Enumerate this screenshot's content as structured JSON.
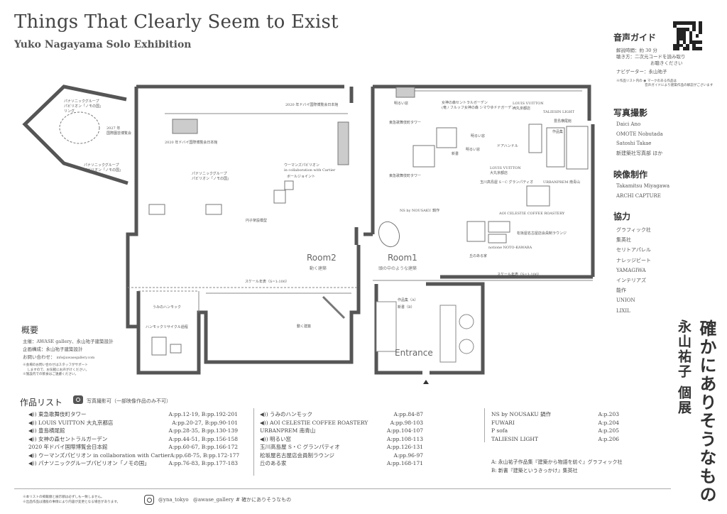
{
  "header": {
    "title": "Things That Clearly Seem to Exist",
    "subtitle": "Yuko Nagayama Solo Exhibition"
  },
  "audio_guide": {
    "heading": "音声ガイド",
    "lines": [
      "解説時間：約 30 分",
      "聴き方：二次元コードを読み取り",
      "お聴きください",
      "ナビゲーター：永山祐子"
    ],
    "note": [
      "※作品リスト内の",
      "マークのある作品は",
      "音声ガイドにより建築作品の解説がございます"
    ]
  },
  "photo": {
    "heading": "写真撮影",
    "names": [
      "Daici Ano",
      "OMOTE Nobutada",
      "Satoshi Takae",
      "新建築社写真部 ほか"
    ]
  },
  "video": {
    "heading": "映像制作",
    "names": [
      "Takamitsu Miyagawa",
      "ARCHI CAPTURE"
    ]
  },
  "cooperation": {
    "heading": "協力",
    "names": [
      "グラフィック社",
      "集英社",
      "セリトアパレル",
      "ナレッジビート",
      "YAMAGIWA",
      "インテリアズ",
      "能作",
      "UNION",
      "LIXIL"
    ]
  },
  "vertical_title": {
    "right": "確かにありそうなもの",
    "left": "永山祐子 個展"
  },
  "overview": {
    "heading": "概要",
    "lines": [
      "主催：AWASE gallery、永山祐子建築設計",
      "企画構成：永山祐子建築設計",
      "お問い合わせ："
    ],
    "email": "info@awasegallery.com",
    "notes": [
      "※会場のお問い合わせはスタッフがサポート",
      "しますので、お気軽にお声がけください。",
      "※施設内での飲食はご遠慮ください。"
    ]
  },
  "map": {
    "rooms": {
      "room2": {
        "name": "Room2",
        "sub": "動く建築"
      },
      "room1": {
        "name": "Room1",
        "sub": "頭の中のような建築"
      },
      "entrance": {
        "name": "Entrance"
      }
    },
    "scale_left": "スケール年表（S=1:100）",
    "scale_right": "スケール年表（S=1:100）",
    "labels": {
      "pav_left_1": "パナソニックグループ\nパビリオン「ノモの国」\nリング",
      "expo_2027": "2027 年\n国際園芸博覧会",
      "pav_left_2": "パナソニックグループ\nパビリオン「ノモの国」",
      "dubai_top": "2020 年ドバイ国際博覧会日本館",
      "dubai_left": "2020 年ドバイ国際博覧会日本館",
      "pav_mid": "パナソニックグループ\nパビリオン「ノモの国」",
      "womans": "ウーマンズパビリオン\nin collaboration with Cartier",
      "ball_joint": "ボールジョイント",
      "ring_model": "円子架設模型",
      "umino": "うみのハンモック",
      "hammock": "ハンモックリサイクル過程",
      "moving": "動く建築",
      "light": "明るい窓",
      "megami": "女神の森セントラルガーデン\n(竜 / フルッフ女神の森 シマウゆドナガーデン)",
      "tokyu_top": "東急歌舞伎町タワー",
      "tokyu_mid": "東急歌舞伎町タワー",
      "lv_top": "LOUIS VUITTON\n大丸京都店",
      "taliesin": "TALIESIN LIGHT",
      "toshima": "豊島横尾館",
      "works_book": "作品集",
      "light_mid": "明るい窓",
      "door_handle": "ドアハンドル",
      "shinsho": "新書",
      "light_small": "明るい窓",
      "lv_mid": "LOUIS VUITTON\n大丸京都店",
      "tamagawa": "玉川高島屋 S・C グランパティオ",
      "urbanprem": "URBANPREM 南青山",
      "aoi": "AOI CELESTIE COFFEE ROASTERY",
      "ns": "NS by NOUSAKU 鍋作",
      "matsuzakaya": "松坂屋名古屋店会員制ラウンジ",
      "notione": "notione NOTO-KAWARA",
      "oka": "丘のある家",
      "entrance_a": "作品集（A）",
      "entrance_b": "新書（B）"
    }
  },
  "works": {
    "heading": "作品リスト",
    "photo_note": "写真撮影可（一部映像作品のみ不可）",
    "col1": [
      {
        "name": "東急歌舞伎町タワー",
        "audio": true,
        "pages": "A:pp.12-19,  B:pp.192-201"
      },
      {
        "name": "LOUIS VUITTON 大丸京都店",
        "audio": true,
        "pages": "A:pp.20-27,  B:pp.90-101"
      },
      {
        "name": "豊島横尾館",
        "audio": true,
        "pages": "A:pp.28-35,  B:pp.130-139"
      },
      {
        "name": "女神の森セントラルガーデン",
        "audio": true,
        "pages": "A:pp.44-51,  B:pp.156-158"
      },
      {
        "name": "2020 年ドバイ国際博覧会日本館",
        "audio": false,
        "pages": "A:pp.60-67,  B:pp.166-172"
      },
      {
        "name": "ウーマンズパビリオン in collaboration with Cartier",
        "audio": true,
        "pages": "A:pp.68-75,  B:pp.172-177"
      },
      {
        "name": "パナソニックグループパビリオン「ノモの国」",
        "audio": true,
        "pages": "A:pp.76-83,  B:pp.177-183"
      }
    ],
    "col2": [
      {
        "name": "うみのハンモック",
        "audio": true,
        "pages": "A:pp.84-87"
      },
      {
        "name": "AOI CELESTIE COFFEE ROASTERY",
        "audio": true,
        "pages": "A:pp.98-103"
      },
      {
        "name": "URBANPREM 南青山",
        "audio": false,
        "pages": "A:pp.104-107"
      },
      {
        "name": "明るい窓",
        "audio": true,
        "pages": "A:pp.108-113"
      },
      {
        "name": "玉川高島屋 S・C グランパティオ",
        "audio": false,
        "pages": "A:pp.126-131"
      },
      {
        "name": "松坂屋名古屋店会員制ラウンジ",
        "audio": false,
        "pages": "A:pp.96-97"
      },
      {
        "name": "丘のある家",
        "audio": false,
        "pages": "A:pp.168-171"
      }
    ],
    "col3": [
      {
        "name": "NS by NOUSAKU 鍋作",
        "pages": "A:p.203"
      },
      {
        "name": "FUWARI",
        "pages": "A:p.204"
      },
      {
        "name": "P sofa",
        "pages": "A:p.205"
      },
      {
        "name": "TALIESIN LIGHT",
        "pages": "A:p.206"
      }
    ],
    "refs": [
      "A: 永山祐子作品集『建築から物語を紡ぐ』グラフィック社",
      "B: 新書『建築というきっかけ』集英社"
    ]
  },
  "footer": {
    "notes": [
      "※本リストの掲載順と展示順は必ずしも一致しません。",
      "※出品作品は諸般の事情により内容が変更となる場合があります。"
    ],
    "instagram": "@yna_tokyo",
    "gallery": "@awase_gallery",
    "hashtag": "# 確かにありそうなもの"
  },
  "colors": {
    "ink": "#333333",
    "wall": "#555555",
    "muted": "#888888"
  }
}
